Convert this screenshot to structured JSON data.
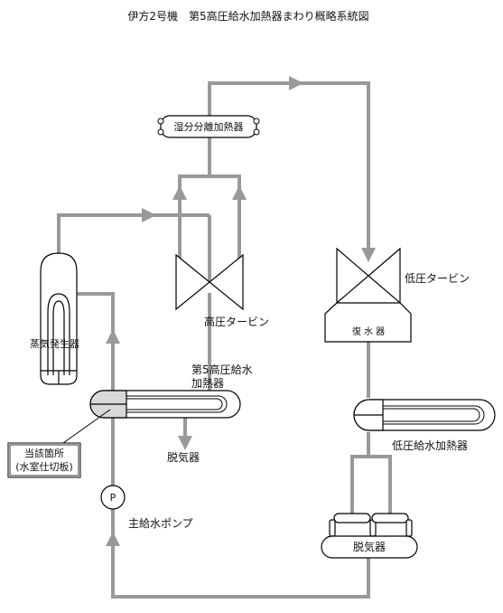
{
  "title": "伊方2号機　第5高圧給水加熱器まわり概略系統図",
  "colors": {
    "pipe": "#999999",
    "outline": "#000000",
    "fill": "#ffffff",
    "waterbox_fill": "#d9d9d9"
  },
  "components": {
    "moisture_separator_reheater": "湿分分離加熱器",
    "high_pressure_turbine": "高圧タービン",
    "low_pressure_turbine": "低圧タービン",
    "condenser": "復 水 器",
    "steam_generator": "蒸気発生器",
    "hp_feedwater_heater_5": [
      "第5高圧給水",
      "加熱器"
    ],
    "deaerator_outlet": "脱気器",
    "lp_feedwater_heater": "低圧給水加熱器",
    "deaerator": "脱気器",
    "main_feedwater_pump": "主給水ポンプ",
    "pump_symbol": "P"
  },
  "callout": {
    "lines": [
      "当該箇所",
      "(水室仕切板)"
    ]
  }
}
